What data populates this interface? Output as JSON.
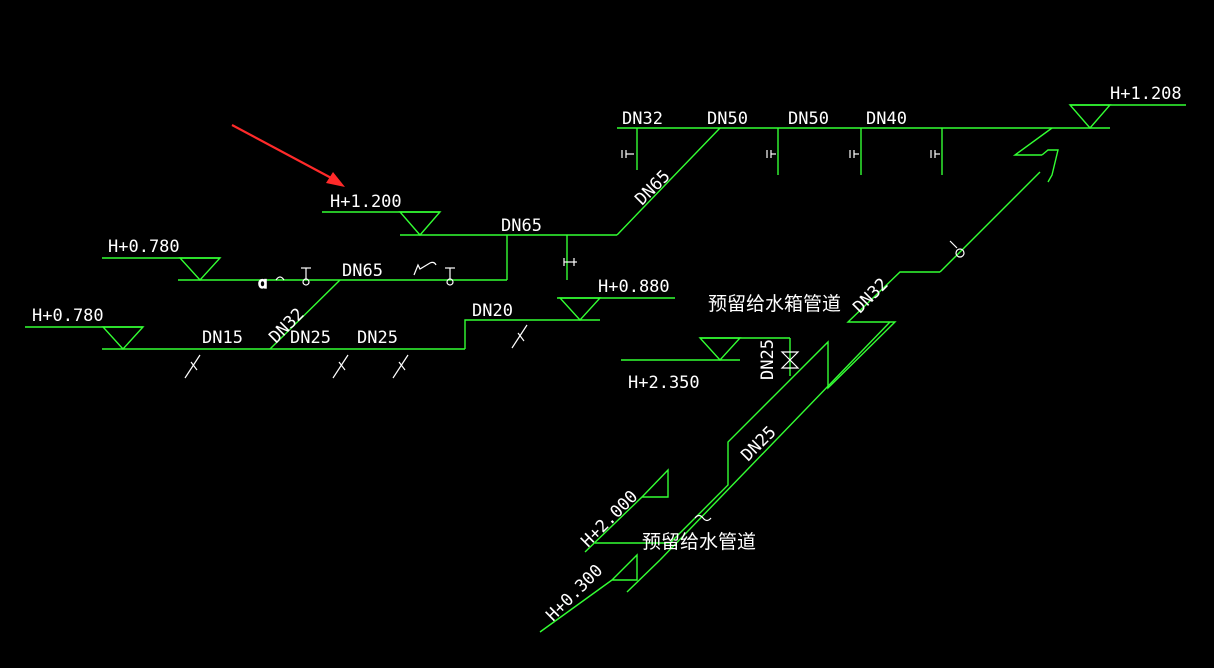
{
  "colors": {
    "background": "#000000",
    "pipe": "#33ff33",
    "text": "#ffffff",
    "arrow": "#ff2a2a"
  },
  "elevations": {
    "e1": "H+1.200",
    "e2": "H+0.780",
    "e3": "H+0.780",
    "e4": "H+0.880",
    "e5": "H+2.350",
    "e6": "H+1.208",
    "e7": "H+2.000",
    "e8": "H+0.300"
  },
  "pipe_sizes": {
    "top_dn32": "DN32",
    "top_dn50a": "DN50",
    "top_dn50b": "DN50",
    "top_dn40": "DN40",
    "riser_dn65": "DN65",
    "mid_dn65": "DN65",
    "left_dn65": "DN65",
    "diag_dn32": "DN32",
    "low_dn15": "DN15",
    "low_dn25a": "DN25",
    "low_dn25b": "DN25",
    "low_dn20": "DN20",
    "right_dn32": "DN32",
    "vert_dn25": "DN25",
    "diag_dn25": "DN25"
  },
  "notes": {
    "tank_pipe": "预留给水箱管道",
    "supply_pipe": "预留给水管道"
  }
}
